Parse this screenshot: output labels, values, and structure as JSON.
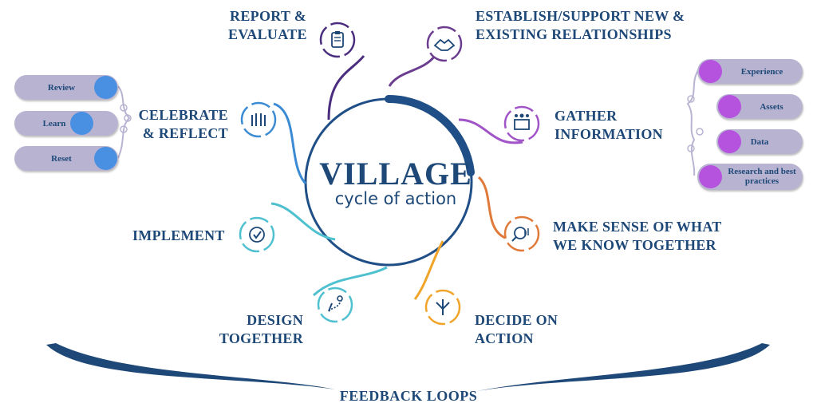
{
  "center": {
    "title": "VILLAGE",
    "subtitle": "cycle of action"
  },
  "stages": {
    "report": [
      "REPORT &",
      "EVALUATE"
    ],
    "establish": [
      "ESTABLISH/SUPPORT NEW &",
      "EXISTING RELATIONSHIPS"
    ],
    "gather": [
      "GATHER",
      "INFORMATION"
    ],
    "make_sense": [
      "MAKE SENSE OF WHAT",
      "WE KNOW TOGETHER"
    ],
    "decide": [
      "DECIDE ON",
      "ACTION"
    ],
    "design": [
      "DESIGN",
      "TOGETHER"
    ],
    "implement": [
      "IMPLEMENT"
    ],
    "celebrate": [
      "CELEBRATE",
      "& REFLECT"
    ]
  },
  "celebrate_items": [
    "Review",
    "Learn",
    "Reset"
  ],
  "gather_items": [
    "Experience",
    "Assets",
    "Data",
    "Research and best practices"
  ],
  "feedback_label": "FEEDBACK LOOPS",
  "colors": {
    "navy": "#1d4877",
    "cycle_ring": "#1f4f86",
    "report": "#4a2d7e",
    "establish": "#6a3d8f",
    "gather": "#a054c8",
    "make_sense": "#e07a3a",
    "decide": "#f0a52a",
    "design": "#4fc0cf",
    "implement": "#4fc0cf",
    "celebrate": "#3a8bd4",
    "pill_bg": "#b9b3d2",
    "blue_dot": "#4a90e2",
    "purple_dot": "#b552de"
  },
  "icons": {
    "report": "clipboard-icon",
    "establish": "handshake-icon",
    "gather": "information-people-icon",
    "make_sense": "magnifier-chart-icon",
    "decide": "branching-arrows-icon",
    "design": "pen-path-icon",
    "implement": "checkmark-icon",
    "celebrate": "raised-hands-icon"
  }
}
